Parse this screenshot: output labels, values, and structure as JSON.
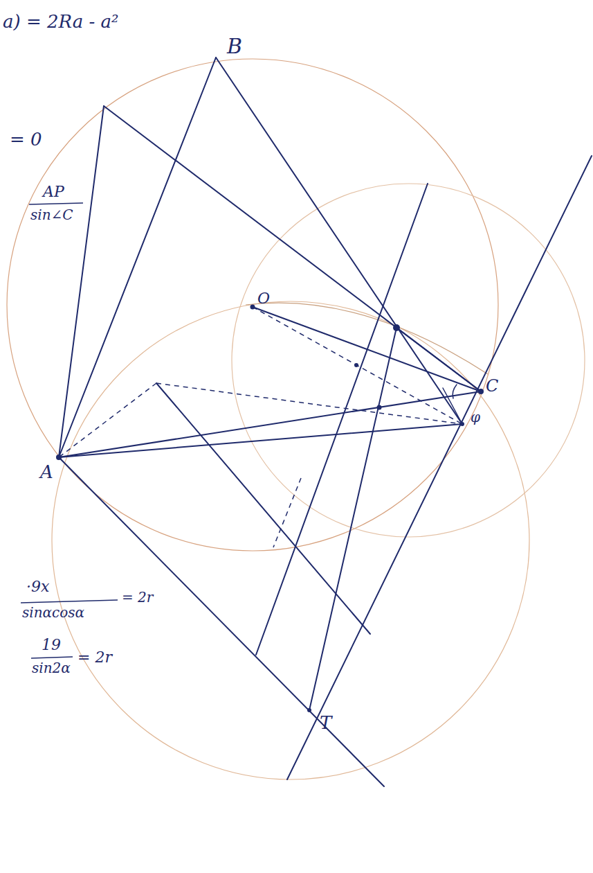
{
  "diagram": {
    "labels": [
      "B",
      "O",
      "C",
      "A",
      "T",
      "φ",
      "a) = 2Ra - a²",
      "= 0",
      "AP",
      "sin∠C",
      "·9x",
      "sinαcosα",
      "= 2r",
      "19",
      "sin2α",
      "= 2r"
    ]
  }
}
